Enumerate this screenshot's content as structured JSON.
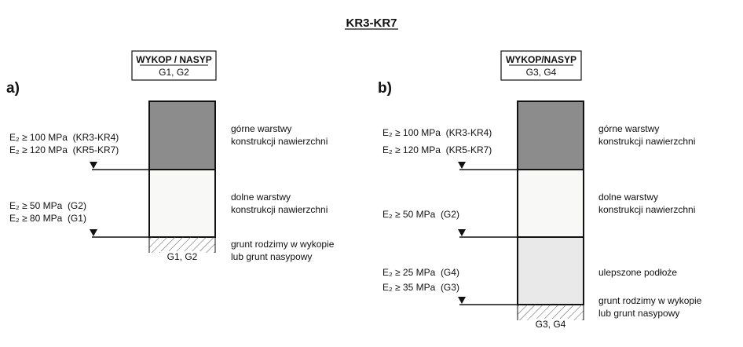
{
  "title": "KR3-KR7",
  "panel_a": {
    "label": "a)",
    "header_title": "WYKOP / NASYP",
    "header_sub": "G1, G2",
    "requirements_upper": [
      "E₂ ≥ 100 MPa  (KR3-KR4)",
      "E₂ ≥ 120 MPa  (KR5-KR7)"
    ],
    "requirements_lower": [
      "E₂ ≥ 50 MPa  (G2)",
      "E₂ ≥ 80 MPa  (G1)"
    ],
    "layer_upper": [
      "górne warstwy",
      "konstrukcji nawierzchni"
    ],
    "layer_lower": [
      "dolne warstwy",
      "konstrukcji nawierzchni"
    ],
    "layer_ground": [
      "grunt rodzimy w wykopie",
      "lub grunt nasypowy"
    ],
    "ground_label": "G1, G2"
  },
  "panel_b": {
    "label": "b)",
    "header_title": "WYKOP/NASYP",
    "header_sub": "G3, G4",
    "requirements_upper": [
      "E₂ ≥ 100 MPa  (KR3-KR4)",
      "E₂ ≥ 120 MPa  (KR5-KR7)"
    ],
    "requirements_mid": [
      "E₂ ≥ 50 MPa  (G2)"
    ],
    "requirements_lower": [
      "E₂ ≥ 25 MPa  (G4)",
      "E₂ ≥ 35 MPa  (G3)"
    ],
    "layer_upper": [
      "górne warstwy",
      "konstrukcji nawierzchni"
    ],
    "layer_lower": [
      "dolne warstwy",
      "konstrukcji nawierzchni"
    ],
    "layer_improved": "ulepszone podłoże",
    "layer_ground": [
      "grunt rodzimy w wykopie",
      "lub grunt nasypowy"
    ],
    "ground_label": "G3, G4"
  },
  "colors": {
    "upper_layer": "#8c8c8c",
    "lower_layer": "#f8f8f6",
    "improved_layer": "#e9e9e9",
    "line": "#111111"
  }
}
